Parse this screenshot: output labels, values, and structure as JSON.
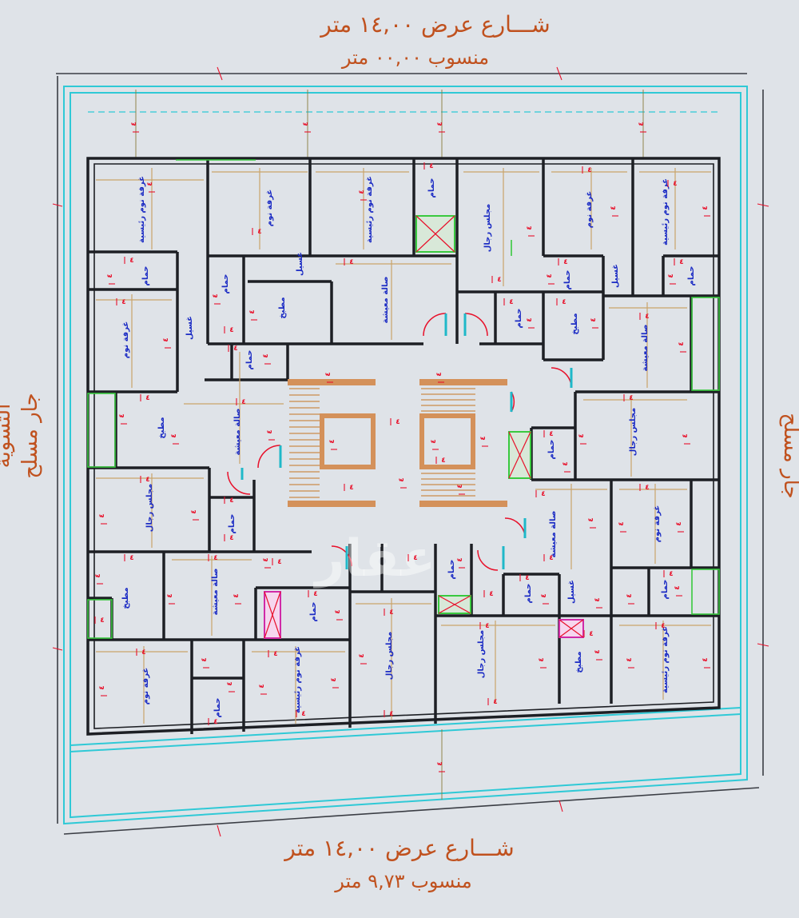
{
  "streets": {
    "top": {
      "title": "شـــارع عرض ١٤,٠٠ متر",
      "level": "منسوب ٠٠,٠٠ متر"
    },
    "bottom": {
      "title": "شـــارع عرض ١٤,٠٠ متر",
      "level": "منسوب ٩,٧٣ متر"
    }
  },
  "neighbors": {
    "left": {
      "line1": "جار مسلح",
      "line2": "التسوية"
    },
    "right": {
      "line1": "جار مسلح"
    }
  },
  "watermark": "عقار",
  "dim_label": "٤",
  "rooms": {
    "master_bed": "غرفة نوم رئيسية",
    "bedroom": "غرفة نوم",
    "bath": "حمام",
    "kitchen": "مطبخ",
    "living": "صالة معيشة",
    "men_majlis": "مجلس رجال",
    "laundry": "غسيل"
  },
  "colors": {
    "wall": "#1d1f24",
    "street_text": "#c0511e",
    "room_text": "#1c2cc4",
    "dimension_text": "#e8102a",
    "plot_outline": "#2fc9d6",
    "window": "#39c93f",
    "stair": "#c98a4a"
  }
}
